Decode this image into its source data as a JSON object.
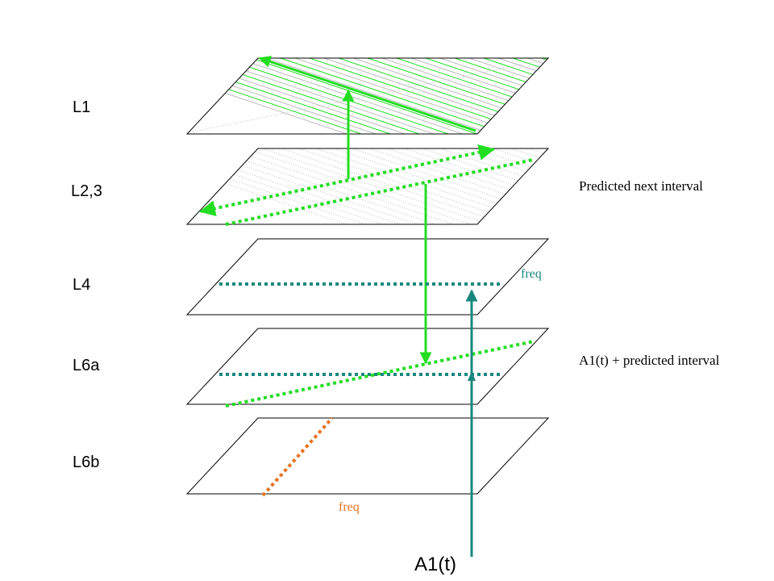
{
  "layers": [
    {
      "label": "L1"
    },
    {
      "label": "L2,3"
    },
    {
      "label": "L4"
    },
    {
      "label": "L6a"
    },
    {
      "label": "L6b"
    }
  ],
  "notes": {
    "predicted_next": "Predicted next interval",
    "a1_plus": "A1(t) + predicted interval"
  },
  "freq_labels": {
    "l4": "freq",
    "l6b": "freq"
  },
  "input_label": "A1(t)",
  "colors": {
    "green": "#22dd22",
    "teal": "#17877d",
    "orange": "#e8711e",
    "outline": "#000000",
    "hatch_gray": "#bdbdbd"
  }
}
